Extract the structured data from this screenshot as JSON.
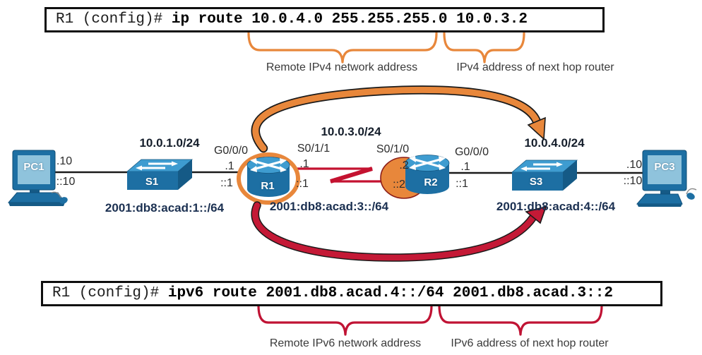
{
  "ipv4_route": {
    "prompt": "R1 (config)#",
    "command": "ip route 10.0.4.0 255.255.255.0 10.0.3.2",
    "network_label": "Remote IPv4 network address",
    "next_hop_label": "IPv4 address of next hop router"
  },
  "ipv6_route": {
    "prompt": "R1 (config)#",
    "command": "ipv6 route 2001.db8.acad.4::/64 2001.db8.acad.3::2",
    "network_label": "Remote IPv6 network address",
    "next_hop_label": "IPv6 address of next hop router"
  },
  "topology": {
    "pc1": {
      "name": "PC1",
      "v4": ".10",
      "v6": "::10"
    },
    "s1": {
      "name": "S1"
    },
    "r1": {
      "name": "R1",
      "gig": {
        "label": "G0/0/0",
        "v4": ".1",
        "v6": "::1"
      },
      "serial": {
        "label": "S0/1/1",
        "v4": ".1",
        "v6": "::1"
      }
    },
    "r2": {
      "name": "R2",
      "serial": {
        "label": "S0/1/0",
        "v4": ".2",
        "v6": "::2"
      },
      "gig": {
        "label": "G0/0/0",
        "v4": ".1",
        "v6": "::1"
      }
    },
    "s3": {
      "name": "S3"
    },
    "pc3": {
      "name": "PC3",
      "v4": ".10",
      "v6": "::10"
    },
    "networks": {
      "lan1_v4": "10.0.1.0/24",
      "lan1_v6": "2001:db8:acad:1::/64",
      "wan_v4": "10.0.3.0/24",
      "wan_v6": "2001:db8:acad:3::/64",
      "lan3_v4": "10.0.4.0/24",
      "lan3_v6": "2001:db8:acad:4::/64"
    }
  },
  "colors": {
    "highlight_orange": "#E8873B",
    "route_red": "#C41936",
    "serial_link_red": "#C41230",
    "device_blue": "#1D6FA3",
    "device_blue_light": "#3E9CD0",
    "ipv6_text_navy": "#1B3051"
  }
}
